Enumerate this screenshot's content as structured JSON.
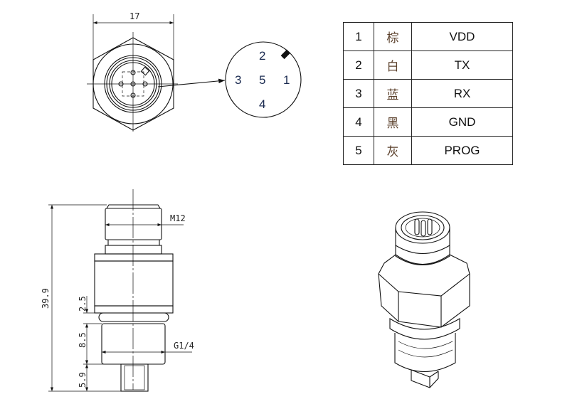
{
  "top_view": {
    "width_dim": "17"
  },
  "pin_detail": {
    "pins": [
      "1",
      "2",
      "3",
      "4",
      "5"
    ]
  },
  "pin_table": {
    "rows": [
      {
        "num": "1",
        "color": "棕",
        "signal": "VDD"
      },
      {
        "num": "2",
        "color": "白",
        "signal": "TX"
      },
      {
        "num": "3",
        "color": "蓝",
        "signal": "RX"
      },
      {
        "num": "4",
        "color": "黑",
        "signal": "GND"
      },
      {
        "num": "5",
        "color": "灰",
        "signal": "PROG"
      }
    ]
  },
  "side_view": {
    "total_height": "39.9",
    "connector_thread": "M12",
    "process_thread": "G1/4",
    "dim_a": "2.5",
    "dim_b": "8.5",
    "dim_c": "5.9"
  }
}
